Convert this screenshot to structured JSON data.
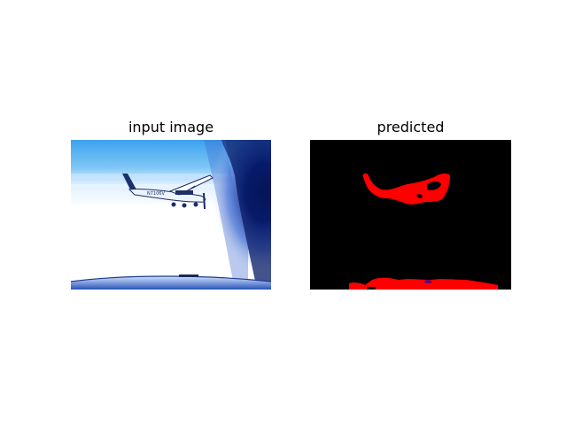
{
  "panels": {
    "input": {
      "title": "input image",
      "aircraft_registration": "N7106V"
    },
    "predicted": {
      "title": "predicted"
    }
  },
  "colors": {
    "figure_background": "#ffffff",
    "sky_top": "#4aa8f0",
    "sky_haze": "#e6f3ff",
    "mask_background": "#000000",
    "mask_class_primary": "#ff0000",
    "mask_class_secondary": "#0000c8"
  }
}
